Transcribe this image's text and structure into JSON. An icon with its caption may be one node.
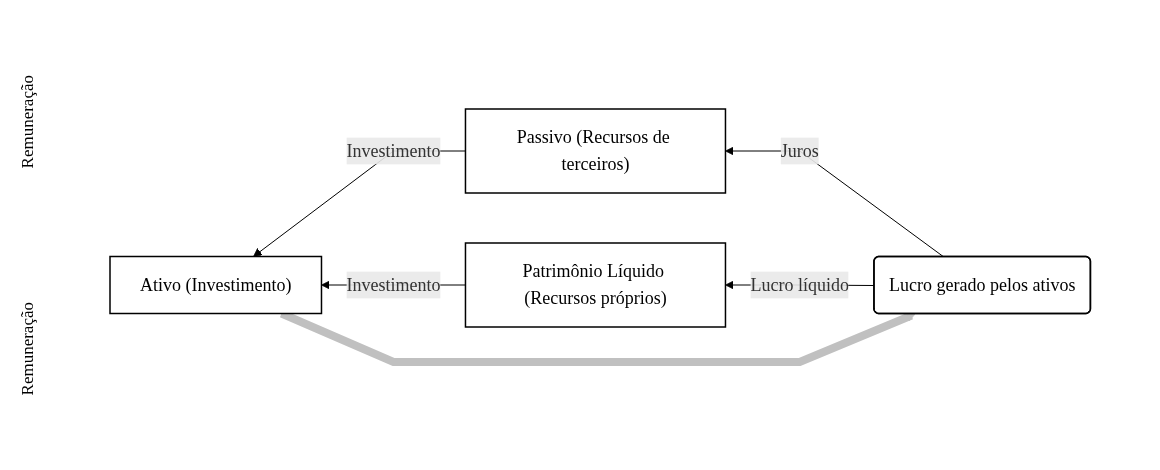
{
  "diagram": {
    "nodes": [
      {
        "text": [
          "Lucro gerado pelos ativos"
        ]
      },
      {
        "text": [
          "Ativo (Investimento)"
        ]
      },
      {
        "text": [
          "Passivo (Recursos de terceiros)"
        ]
      },
      {
        "text": [
          "Patrimônio Líquido (Recursos próprios)"
        ]
      }
    ],
    "edges": [
      {
        "from": 1,
        "to": 0,
        "arrow": "to",
        "style": "thick",
        "color": "#c0c0c0"
      },
      {
        "from": 2,
        "to": 1,
        "arrow": "to",
        "label": "Investimento"
      },
      {
        "from": 3,
        "to": 1,
        "arrow": "to",
        "label": "Investimento"
      },
      {
        "from": 0,
        "to": 2,
        "arrow": "to",
        "label": "Juros"
      },
      {
        "from": 0,
        "to": 3,
        "arrow": "to",
        "label": "Lucro líquido"
      }
    ],
    "labels": [
      "Remuneração",
      "Remuneração"
    ]
  }
}
